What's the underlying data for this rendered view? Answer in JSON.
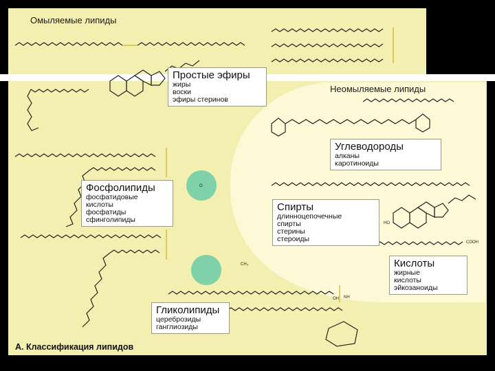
{
  "figure": {
    "caption": "А. Классификация липидов",
    "colors": {
      "background": "#000000",
      "panel": "#f2efb0",
      "inner_panel": "#fdf9d6",
      "stripe": "#ffffff",
      "phosphate": "#7ed1a9"
    }
  },
  "saponifiable": {
    "title": "Омыляемые липиды",
    "simple_esters": {
      "heading": "Простые эфиры",
      "items": [
        "жиры",
        "воски",
        "эфиры стеринов"
      ]
    },
    "phospholipids": {
      "heading": "Фосфолипиды",
      "items": [
        "фосфатидовые",
        "кислоты",
        "фосфатиды",
        "сфинголипиды"
      ]
    },
    "glycolipids": {
      "heading": "Гликолипиды",
      "items": [
        "цереброзиды",
        "ганглиозиды"
      ]
    }
  },
  "nonsaponifiable": {
    "title": "Неомыляемые липиды",
    "hydrocarbons": {
      "heading": "Углеводороды",
      "items": [
        "алканы",
        "каротиноиды"
      ]
    },
    "alcohols": {
      "heading": "Спирты",
      "items": [
        "длинноцепочечные",
        "спирты",
        "стерины",
        "стероиды"
      ]
    },
    "acids": {
      "heading": "Кислоты",
      "items": [
        "жирные",
        "кислоты",
        "эйкозаноиды"
      ]
    }
  },
  "chem_labels": {
    "cooh": "COOH",
    "ho": "HO",
    "oh": "OH",
    "nh": "NH",
    "ch3": "CH₃",
    "o": "O"
  }
}
